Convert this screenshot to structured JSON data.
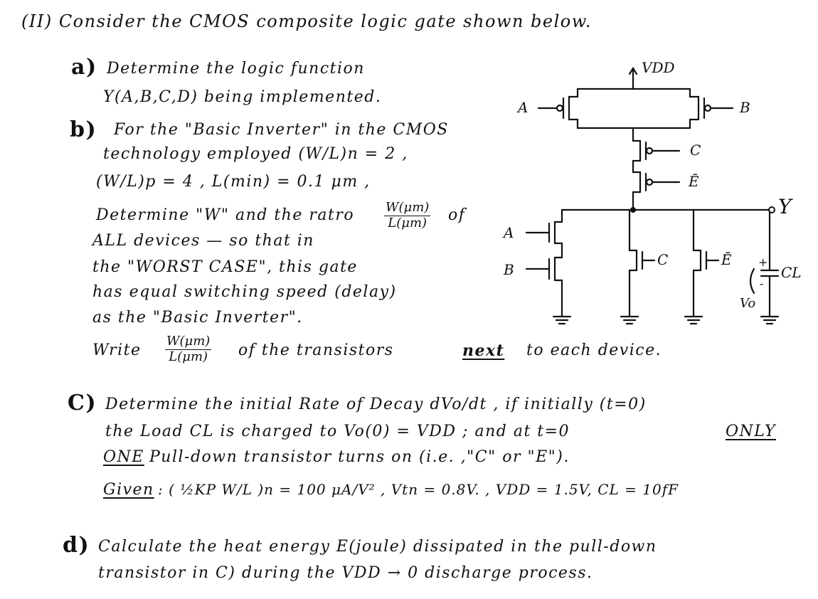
{
  "header": "(II) Consider the CMOS composite logic gate shown below.",
  "part_a": {
    "letter": "a)",
    "line1": "Determine the logic function",
    "line2": "Y(A,B,C,D) being implemented."
  },
  "part_b": {
    "letter": "b)",
    "line1": "For the \"Basic Inverter\" in the CMOS",
    "line2": "technology employed (W/L)n = 2 ,",
    "line3": "(W/L)p = 4 , L(min) = 0.1 μm ,",
    "line4_pre": "Determine \"W\" and the ratro",
    "line4_post": "of",
    "ratio_num": "W(μm)",
    "ratio_den": "L(μm)",
    "line5": "ALL devices — so that in",
    "line6": "the \"WORST CASE\", this gate",
    "line7": "has equal switching speed (delay)",
    "line8": "as the \"Basic Inverter\".",
    "write_pre": "Write",
    "write_num": "W(μm)",
    "write_den": "L(μm)",
    "write_mid": "of the transistors",
    "write_next": "next",
    "write_post": "to each device."
  },
  "part_c": {
    "letter": "C)",
    "line1": "Determine the initial Rate of Decay dVo/dt , if initially (t=0)",
    "line2_pre": "the Load CL is charged to Vo(0) = VDD ; and at t=0",
    "line2_only": "ONLY",
    "line3_one": "ONE",
    "line3_post": "Pull-down transistor turns on (i.e. ,\"C\" or \"E\").",
    "given_label": "Given",
    "given_rest": ": ( ½KP W/L )n = 100 μA/V² , Vtn = 0.8V. , VDD = 1.5V, CL = 10fF"
  },
  "part_d": {
    "letter": "d)",
    "line1": "Calculate the heat energy E(joule) dissipated in the pull-down",
    "line2": "transistor in C) during the VDD → 0 discharge process."
  },
  "circuit": {
    "vdd": "VDD",
    "label_a_top": "A",
    "label_b_top": "B",
    "label_c_top": "C",
    "label_e_top": "Ē",
    "label_y": "Y",
    "label_a_bot": "A",
    "label_b_bot": "B",
    "label_c_bot": "C",
    "label_e_bot": "Ē",
    "label_cl": "CL",
    "label_vo": "Vo",
    "label_plus": "+",
    "label_minus": "-"
  }
}
